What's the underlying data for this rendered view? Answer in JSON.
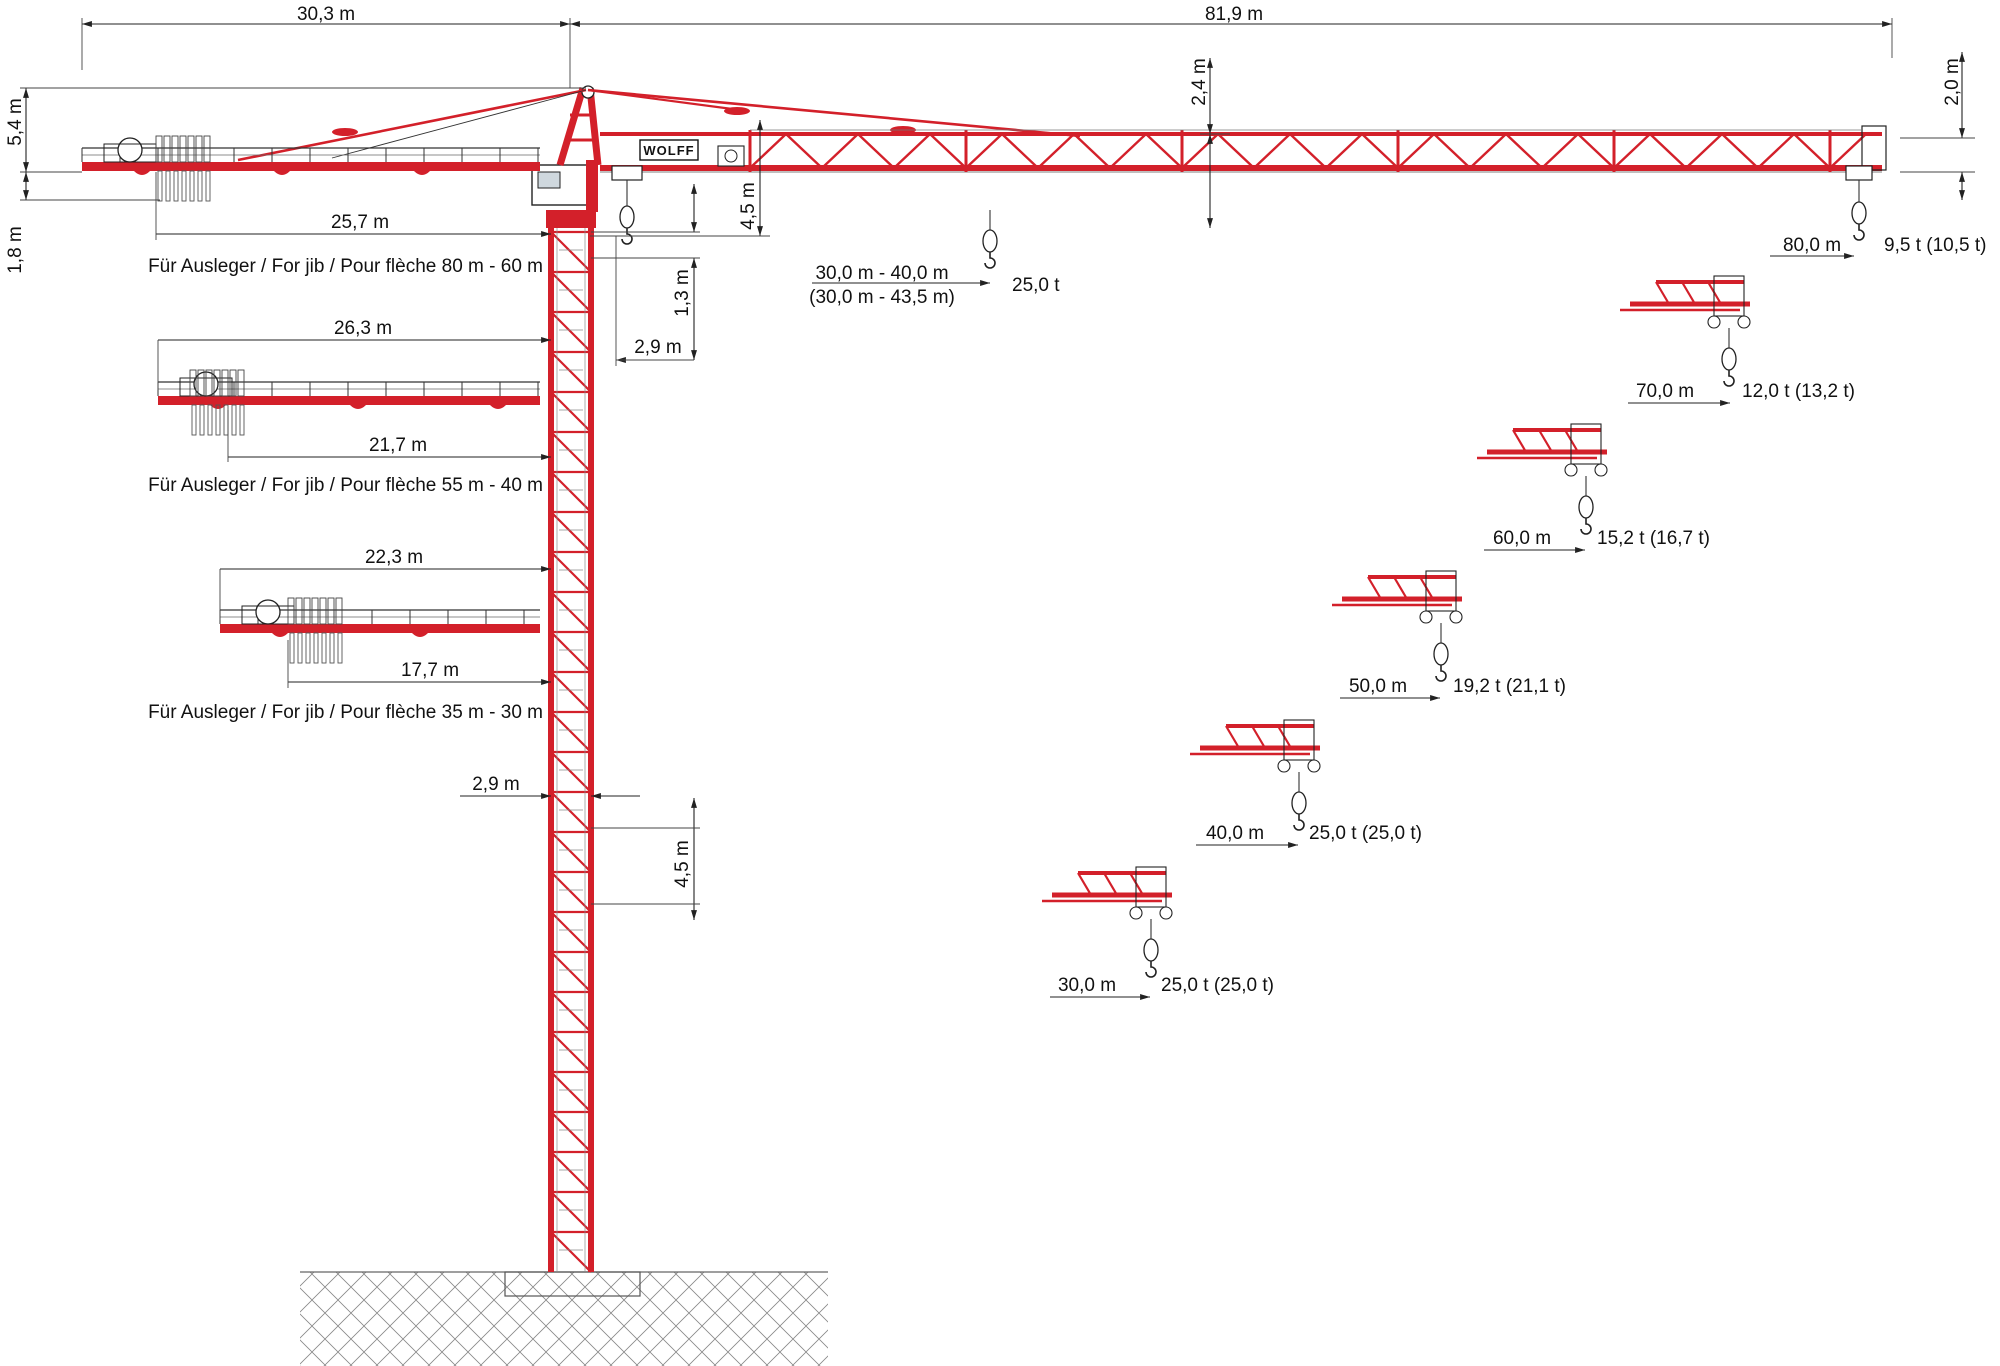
{
  "dimensions": {
    "counter_jib_length": "30,3 m",
    "jib_length": "81,9 m",
    "tower_head_height": "5,4 m",
    "counter_jib_depth": "1,8 m",
    "jib_upper_rise": "2,4 m",
    "jib_tip_height": "2,0 m",
    "cab_drop": "4,5 m",
    "slewing_height": "1,3 m",
    "tower_width_top": "2,9 m",
    "tower_width_mid": "2,9 m",
    "tower_section": "4,5 m"
  },
  "counterweights": [
    {
      "arm": "25,7 m",
      "ballast": null,
      "label": "Für Ausleger / For jib / Pour flèche 80 m - 60 m"
    },
    {
      "arm": "26,3 m",
      "ballast": "21,7 m",
      "label": "Für Ausleger / For jib / Pour flèche 55 m - 40 m"
    },
    {
      "arm": "22,3 m",
      "ballast": "17,7 m",
      "label": "Für Ausleger / For jib / Pour flèche 35 m - 30 m"
    }
  ],
  "main_load": {
    "range": "30,0 m - 40,0 m",
    "range_alt": "(30,0 m - 43,5 m)",
    "capacity": "25,0 t"
  },
  "tip_loads": [
    {
      "radius": "80,0 m",
      "capacity": "9,5 t (10,5 t)"
    },
    {
      "radius": "70,0 m",
      "capacity": "12,0 t (13,2 t)"
    },
    {
      "radius": "60,0 m",
      "capacity": "15,2 t (16,7 t)"
    },
    {
      "radius": "50,0 m",
      "capacity": "19,2 t (21,1 t)"
    },
    {
      "radius": "40,0 m",
      "capacity": "25,0 t (25,0 t)"
    },
    {
      "radius": "30,0 m",
      "capacity": "25,0 t (25,0 t)"
    }
  ],
  "brand": "WOLFF",
  "colors": {
    "crane_red": "#d3202a",
    "ink": "#111111"
  }
}
